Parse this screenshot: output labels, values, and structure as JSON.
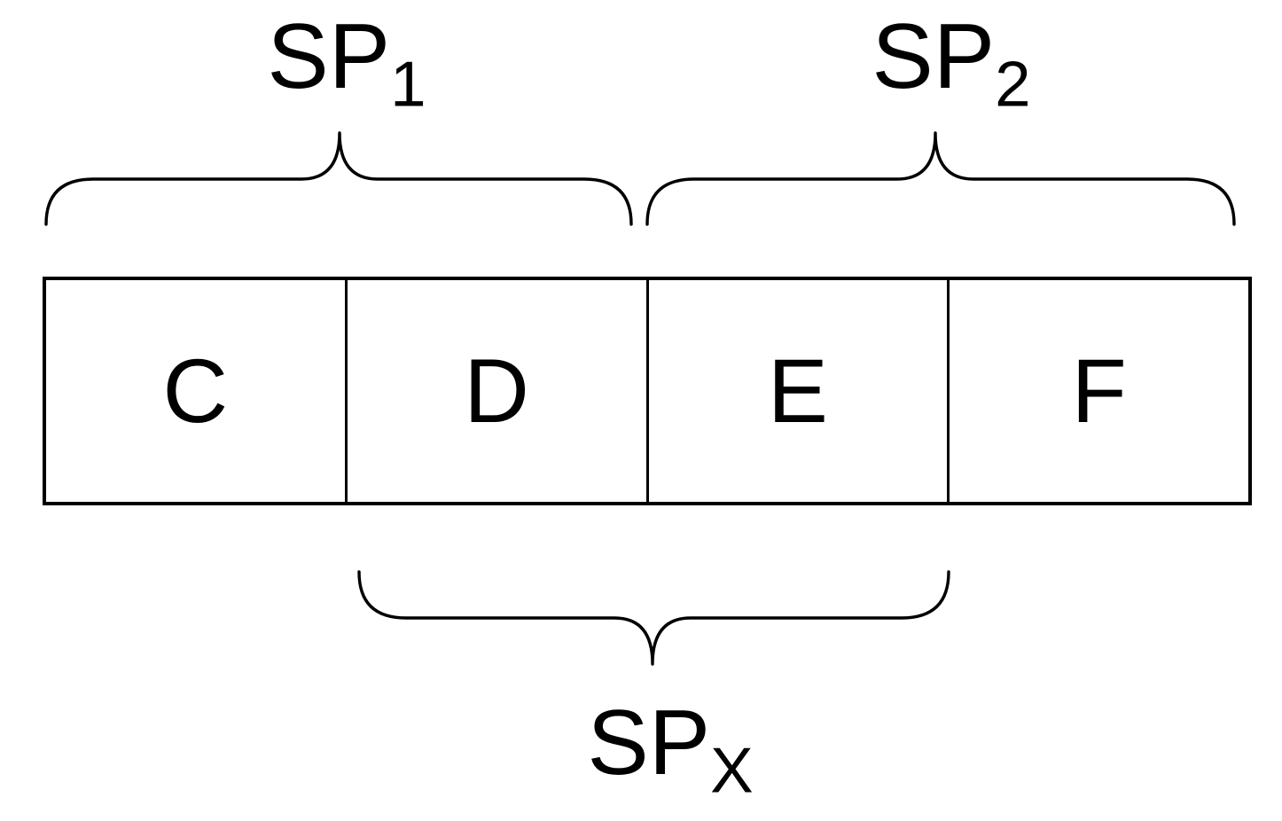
{
  "diagram": {
    "colors": {
      "background": "#ffffff",
      "line": "#000000",
      "text": "#000000"
    },
    "cells": [
      {
        "label": "C"
      },
      {
        "label": "D"
      },
      {
        "label": "E"
      },
      {
        "label": "F"
      }
    ],
    "groups": {
      "sp1": {
        "base": "SP",
        "sub": "1",
        "spans": [
          "C",
          "D"
        ],
        "position": "above"
      },
      "sp2": {
        "base": "SP",
        "sub": "2",
        "spans": [
          "E",
          "F"
        ],
        "position": "above"
      },
      "spx": {
        "base": "SP",
        "sub": "X",
        "spans": [
          "D",
          "E"
        ],
        "position": "below"
      }
    }
  }
}
